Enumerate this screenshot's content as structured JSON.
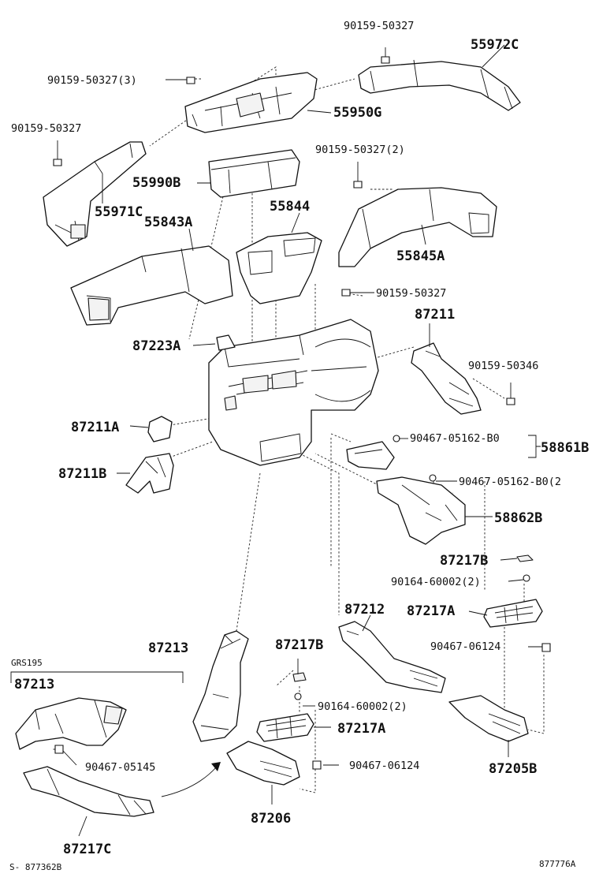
{
  "labels": {
    "p55972C": "55972C",
    "b9015950327_top": "90159-50327",
    "b9015950327_3": "90159-50327(3)",
    "p55950G": "55950G",
    "b9015950327_left": "90159-50327",
    "b9015950327_2": "90159-50327(2)",
    "p55990B": "55990B",
    "p55971C": "55971C",
    "p55844": "55844",
    "p55843A": "55843A",
    "p55845A": "55845A",
    "b9015950327_mid": "90159-50327",
    "p87211": "87211",
    "p87223A": "87223A",
    "b9015950346": "90159-50346",
    "p87211A": "87211A",
    "c9046705162B0": "90467-05162-B0",
    "p58861B": "58861B",
    "p87211B": "87211B",
    "c9046705162B0_2": "90467-05162-B0(2",
    "p58862B": "58862B",
    "p87217B_r": "87217B",
    "s9016460002_2_r": "90164-60002(2)",
    "p87212": "87212",
    "p87217A_r": "87217A",
    "n9046706124_r": "90467-06124",
    "grs": "GRS195",
    "p87213_box": "87213",
    "p87213": "87213",
    "p87217B_c": "87217B",
    "s9016460002_2_c": "90164-60002(2)",
    "p87217A_c": "87217A",
    "c9046705145": "90467-05145",
    "n9046706124_c": "90467-06124",
    "p87205B": "87205B",
    "p87206": "87206",
    "p87217C": "87217C",
    "ref_left": "S- 877362B",
    "ref_right": "877776A"
  }
}
